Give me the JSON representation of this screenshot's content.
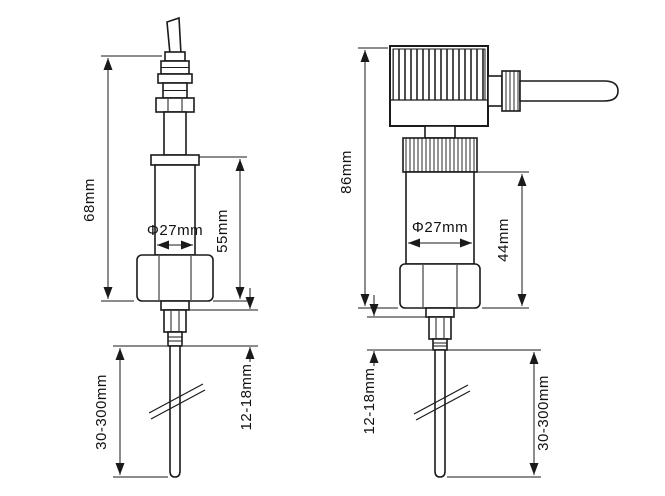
{
  "diagram": {
    "title": "temperature-sensor-dimension-drawing",
    "colors": {
      "ink": "#1a1a1a",
      "background": "#ffffff"
    },
    "left": {
      "height_label": "68mm",
      "body_height_label": "55mm",
      "diameter_label": "Φ27mm",
      "thread_label": "12-18mm",
      "probe_label": "30-300mm"
    },
    "right": {
      "height_label": "86mm",
      "body_height_label": "44mm",
      "diameter_label": "Φ27mm",
      "thread_label": "12-18mm",
      "probe_label": "30-300mm"
    }
  }
}
